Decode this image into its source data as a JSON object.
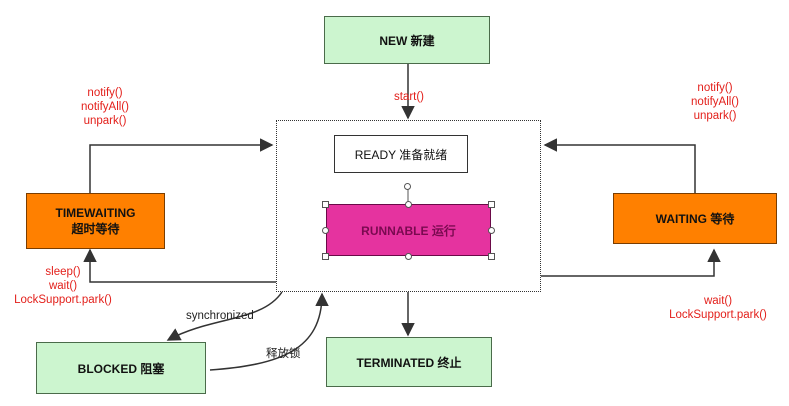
{
  "states": {
    "new": "NEW 新建",
    "ready": "READY 准备就绪",
    "runnable": "RUNNABLE 运行",
    "timewaiting": "TIMEWAITING",
    "timewaiting_cn": "超时等待",
    "waiting": "WAITING 等待",
    "blocked": "BLOCKED 阻塞",
    "terminated": "TERMINATED 终止"
  },
  "transitions": {
    "start": "start()",
    "left_notify": [
      "notify()",
      "notifyAll()",
      "unpark()"
    ],
    "right_notify": [
      "notify()",
      "notifyAll()",
      "unpark()"
    ],
    "left_sleep": [
      "sleep()",
      "wait()",
      "LockSupport.park()"
    ],
    "right_wait": [
      "wait()",
      "LockSupport.park()"
    ],
    "synchronized": "synchronized",
    "release_lock": "释放锁"
  },
  "colors": {
    "state_green": "#ccf5cf",
    "state_orange": "#ff8000",
    "state_pink": "#e5339f",
    "label_red": "#e3201b"
  }
}
